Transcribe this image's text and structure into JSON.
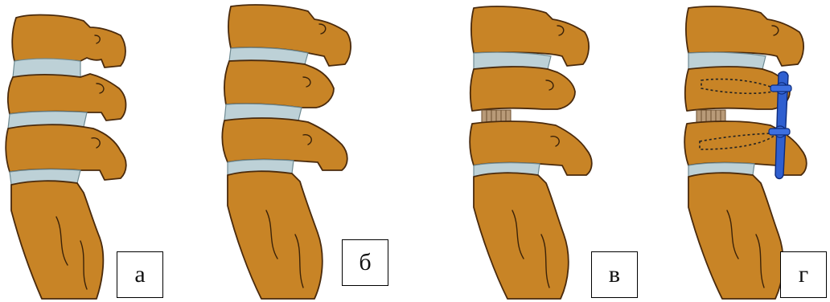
{
  "panels": [
    {
      "id": "a",
      "label": "а"
    },
    {
      "id": "b",
      "label": "б"
    },
    {
      "id": "v",
      "label": "в"
    },
    {
      "id": "g",
      "label": "г"
    }
  ],
  "colors": {
    "bone": "#c88426",
    "disc": "#bdd1d7",
    "cage": "#b89a78",
    "implant": "#2f5fd0",
    "outline": "#4a2a0c"
  }
}
